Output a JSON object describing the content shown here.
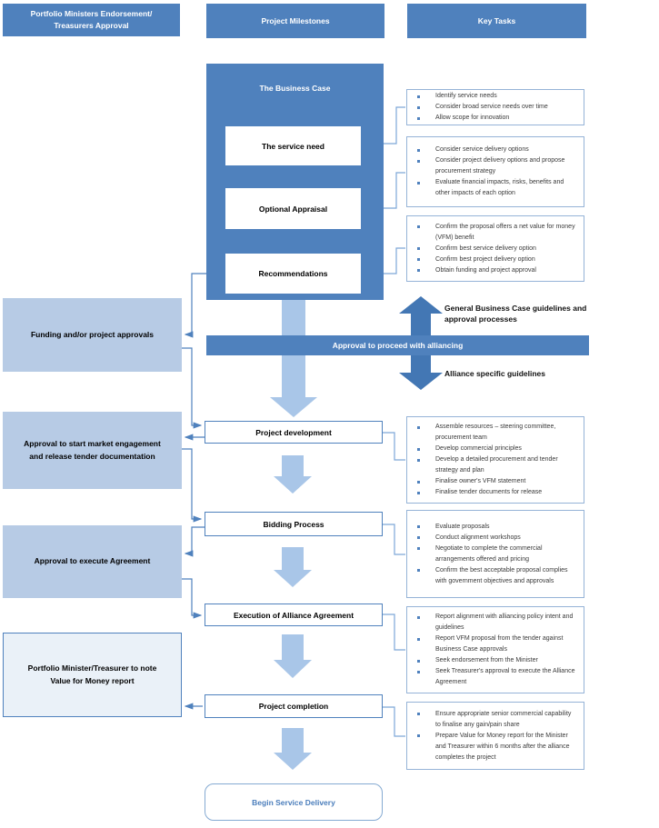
{
  "headers": [
    {
      "label": "Portfolio Ministers Endorsement/ Treasurers Approval"
    },
    {
      "label": "Project Milestones"
    },
    {
      "label": "Key Tasks"
    }
  ],
  "business_case": {
    "title": "The Business Case",
    "stages": [
      {
        "label": "The service need"
      },
      {
        "label": "Optional Appraisal"
      },
      {
        "label": "Recommendations"
      }
    ]
  },
  "approvals": [
    {
      "label": "Funding and/or project approvals"
    },
    {
      "label": "Approval to start market engagement and release tender documentation"
    },
    {
      "label": "Approval to execute Agreement"
    },
    {
      "label": "Portfolio Minister/Treasurer to note Value for Money report"
    }
  ],
  "milestones": [
    {
      "label": "Project development"
    },
    {
      "label": "Bidding Process"
    },
    {
      "label": "Execution of Alliance Agreement"
    },
    {
      "label": "Project completion"
    }
  ],
  "banner": {
    "label": "Approval to proceed with alliancing"
  },
  "annotations": {
    "above_banner": "General Business Case guidelines and approval processes",
    "below_banner": "Alliance specific guidelines"
  },
  "terminal": {
    "label": "Begin Service Delivery"
  },
  "key_tasks": [
    {
      "items": [
        "Identify service needs",
        "Consider broad service needs over time",
        "Allow scope for innovation"
      ]
    },
    {
      "items": [
        "Consider service delivery options",
        "Consider project delivery options and propose procurement strategy",
        "Evaluate financial impacts, risks, benefits and other impacts of each option"
      ]
    },
    {
      "items": [
        "Confirm the proposal offers a net value for money (VFM) benefit",
        "Confirm best service delivery option",
        "Confirm best project delivery option",
        "Obtain funding and project approval"
      ]
    },
    {
      "items": [
        "Assemble resources – steering committee, procurement team",
        "Develop commercial principles",
        "Develop a detailed procurement and tender strategy and plan",
        "Finalise owner's VFM statement",
        "Finalise tender documents for release"
      ]
    },
    {
      "items": [
        "Evaluate proposals",
        "Conduct alignment workshops",
        "Negotiate to complete the commercial arrangements offered and pricing",
        "Confirm the best acceptable proposal complies with government objectives and approvals"
      ]
    },
    {
      "items": [
        "Report alignment with alliancing policy intent and guidelines",
        "Report VFM proposal from the tender against Business Case approvals",
        "Seek endorsement from the Minister",
        "Seek Treasurer's approval to execute the Alliance Agreement"
      ]
    },
    {
      "items": [
        "Ensure appropriate senior commercial capability to finalise any gain/pain share",
        "Prepare Value for Money report for the Minister and Treasurer within 6 months after the alliance completes the project"
      ]
    }
  ],
  "colors": {
    "brand_blue": "#4f81bd",
    "light_box": "#b7cbe5",
    "pale_box": "#eaf1f8",
    "block_arrow": "#a9c6e8",
    "connector": "#7da7d8",
    "task_border": "#95b3d7",
    "terminal_text": "#4a7dbb"
  }
}
